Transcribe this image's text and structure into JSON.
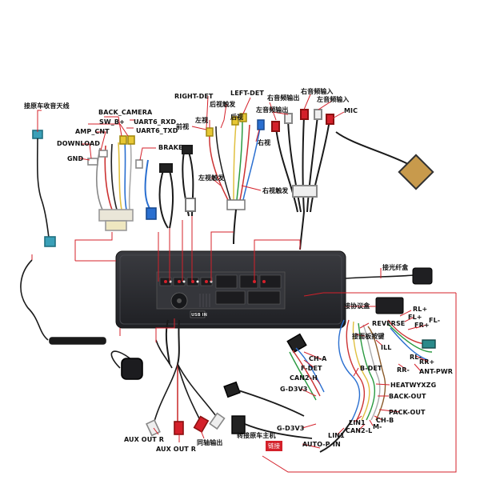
{
  "labels": {
    "radio_antenna": "接原车收音天线",
    "back_camera": "BACK_CAMERA",
    "sw_b": "SW_B+",
    "amp_cnt": "AMP_CNT",
    "uart6_rxd": "UART6_RXD",
    "uart6_txd": "UART6_TXD",
    "download": "DOWNLOAD",
    "gnd": "GND",
    "brake": "BRAKE",
    "right_det": "RIGHT-DET",
    "left_det": "LEFT-DET",
    "rear_trigger": "后视触发",
    "left_view": "左视",
    "rear_view": "后视",
    "front_view": "前视",
    "right_view": "右视",
    "left_trigger": "左视触发",
    "right_trigger": "右视触发",
    "right_audio_out": "右音频输出",
    "right_audio_in": "右音频输入",
    "left_audio_in": "左音频输入",
    "left_audio_out": "左音频输出",
    "mic": "MIC",
    "fiber_box": "接光纤盒",
    "protocol_box": "接协议盒",
    "rl_plus": "RL+",
    "fl_plus": "FL+",
    "fl_minus": "FL-",
    "fr_plus": "FR+",
    "reverse": "REVERSE",
    "panel_keys": "接面板按键",
    "ill": "ILL",
    "rl_minus": "RL-",
    "rr_plus": "RR+",
    "rr_minus": "RR-",
    "ant_pwr": "ANT-PWR",
    "ch_a": "CH-A",
    "f_det": "F-DET",
    "b_det": "B-DET",
    "can2_h": "CAN2-H",
    "g_d3v3_top": "G-D3V3",
    "heatwyxzg": "HEATWYXZG",
    "back_out": "BACK-OUT",
    "pack_out": "PACK-OUT",
    "ch_b": "CH-B",
    "lin1_a": "LIN1",
    "m_minus": "M-",
    "can2_l": "CAN2-L",
    "g_d3v3_bottom": "G-D3V3",
    "lin1_b": "LIN1",
    "to_car_host": "转接原车主机",
    "auto_p_in": "AUTO-P-IN",
    "link": "链接",
    "aux_out_r_1": "AUX OUT R",
    "aux_out_r_2": "AUX OUT R",
    "coax_out": "同轴输出"
  },
  "unit": {
    "port_label": "USB IN"
  },
  "colors": {
    "leader": "#d4202a",
    "unit_body": "#2b2c30",
    "cable": "#1a1a1a"
  }
}
